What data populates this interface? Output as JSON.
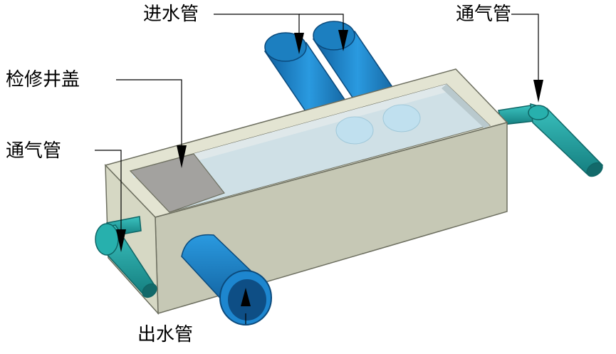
{
  "labels": {
    "inlet_pipe": "进水管",
    "vent_pipe_right": "通气管",
    "manhole_cover": "检修井盖",
    "vent_pipe_left": "通气管",
    "outlet_pipe": "出水管"
  },
  "colors": {
    "background": "#ffffff",
    "tank_top": "#e3e4d2",
    "tank_front": "#c6c8b5",
    "tank_side": "#d6d8c4",
    "water": "#c9dde3",
    "cover": "#a3a29f",
    "blue_pipe": "#1a86cc",
    "teal_pipe": "#1fa3a3",
    "leader": "#000000"
  }
}
